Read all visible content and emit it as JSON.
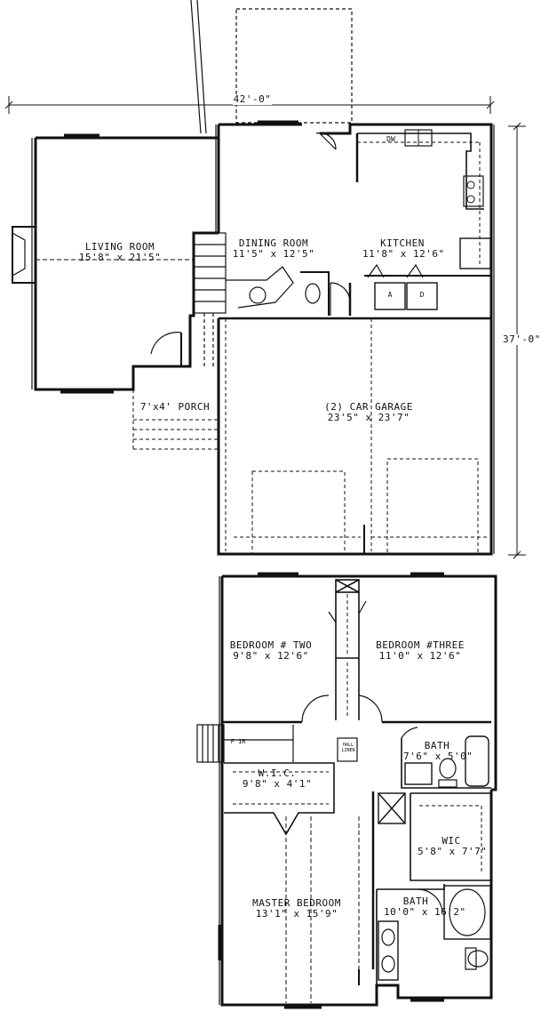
{
  "first_floor": {
    "overall_width": "42'-0\"",
    "overall_depth": "37'-0\"",
    "rooms": {
      "living": {
        "name": "LIVING ROOM",
        "size": "15'8\" x 21'5\""
      },
      "dining": {
        "name": "DINING ROOM",
        "size": "11'5\" x 12'5\""
      },
      "kitchen": {
        "name": "KITCHEN",
        "size": "11'8\" x 12'6\""
      },
      "porch": {
        "name": "7'x4' PORCH"
      },
      "garage": {
        "name": "(2) CAR GARAGE",
        "size": "23'5\" x 23'7\""
      }
    },
    "fixtures": {
      "dw": "DW",
      "washer": "A",
      "dryer": "D"
    }
  },
  "second_floor": {
    "rooms": {
      "bed2": {
        "name": "BEDROOM # TWO",
        "size": "9'8\" x 12'6\""
      },
      "bed3": {
        "name": "BEDROOM #THREE",
        "size": "11'0\" x 12'6\""
      },
      "bath1": {
        "name": "BATH",
        "size": "7'6\" x 5'0\""
      },
      "wic1": {
        "name": "W.I.C.",
        "size": "9'8\" x 4'1\""
      },
      "wic2": {
        "name": "WIC",
        "size": "5'8\" x 7'7\""
      },
      "master": {
        "name": "MASTER BEDROOM",
        "size": "13'1\" x 15'9\""
      },
      "bath2": {
        "name": "BATH",
        "size": "10'0\" x 16'2\""
      }
    },
    "stair_label": "F 1R",
    "linen_label": "HALL LINEN"
  }
}
